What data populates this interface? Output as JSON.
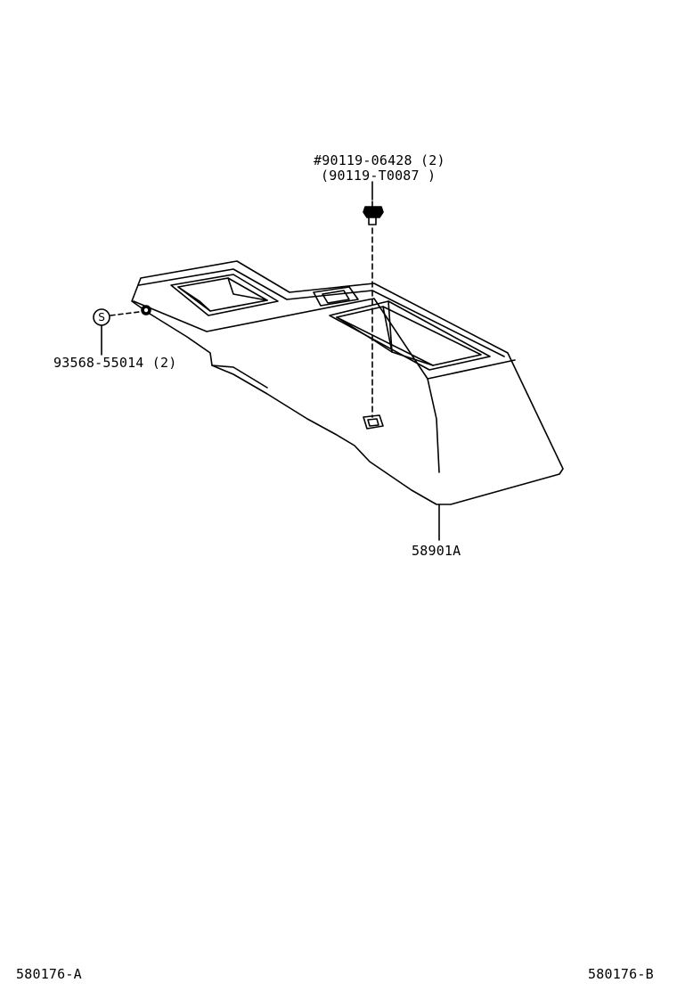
{
  "diagram": {
    "callouts": {
      "bolt_part_primary": "#90119-06428 (2)",
      "bolt_part_alternate": "(90119-T0087 )",
      "screw_part": "93568-55014 (2)",
      "console_part": "58901A",
      "screw_symbol": "S"
    },
    "figure_codes": {
      "left": "580176-A",
      "right": "580176-B"
    },
    "icons": {
      "console": "console-box-drawing",
      "bolt": "bolt-drawing",
      "screw": "screw-drawing",
      "symbol": "circled-s-symbol"
    },
    "line_color": "#000000",
    "background": "#ffffff"
  }
}
